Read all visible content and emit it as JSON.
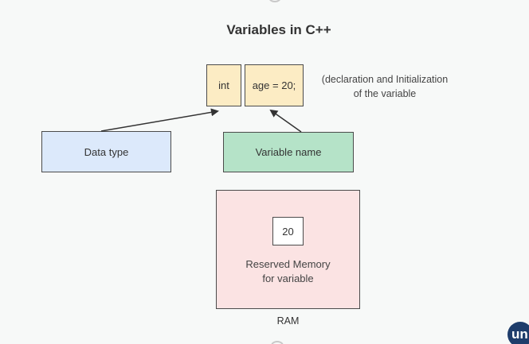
{
  "title": "Variables in C++",
  "code": {
    "type_keyword": "int",
    "statement": "age = 20;"
  },
  "note": {
    "line1": "(declaration and Initialization",
    "line2": "of the variable"
  },
  "labels": {
    "data_type": "Data type",
    "variable_name": "Variable name"
  },
  "memory": {
    "value": "20",
    "label_line1": "Reserved Memory",
    "label_line2": "for variable",
    "container": "RAM"
  },
  "logo_text": "un",
  "colors": {
    "code_box_fill": "#fcecc4",
    "data_type_fill": "#dce9fb",
    "variable_name_fill": "#b5e3c8",
    "ram_fill": "#fbe3e3",
    "value_box_fill": "#ffffff",
    "logo": "#1e3d6b"
  }
}
